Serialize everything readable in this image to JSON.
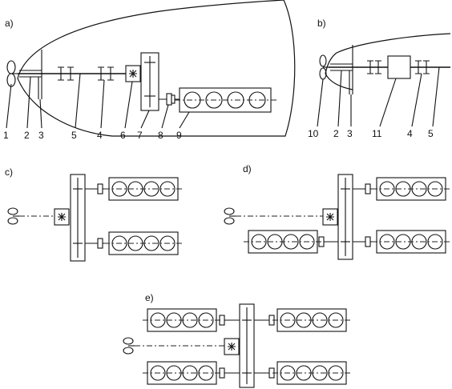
{
  "panels": {
    "a": {
      "label": "a)",
      "callouts": [
        "1",
        "2",
        "3",
        "5",
        "4",
        "6",
        "7",
        "8",
        "9"
      ]
    },
    "b": {
      "label": "b)",
      "callouts": [
        "10",
        "2",
        "3",
        "11",
        "4",
        "5"
      ]
    },
    "c": {
      "label": "c)"
    },
    "d": {
      "label": "d)"
    },
    "e": {
      "label": "e)"
    }
  }
}
